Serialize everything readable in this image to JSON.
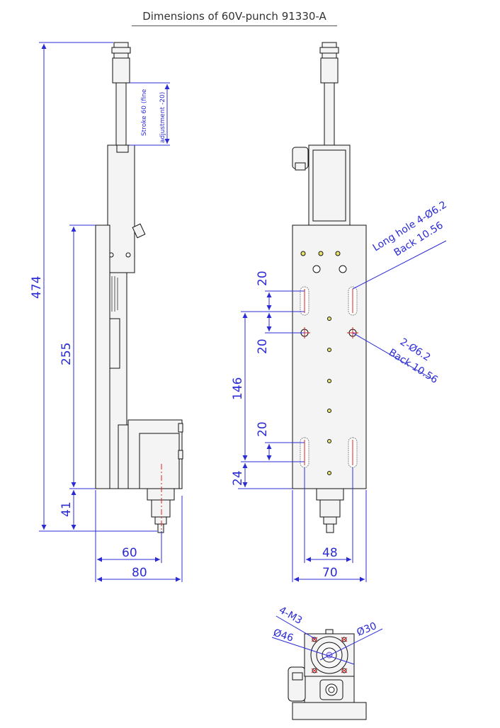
{
  "title": "Dimensions of 60V-punch 91330-A",
  "colors": {
    "dimension": "#2b2bd6",
    "outline": "#111111",
    "body_fill": "#f4f4f4",
    "cut_red": "#dd2222",
    "hole_fill": "#e9e36a"
  },
  "side_view": {
    "dim_total_height": "474",
    "dim_plate_height": "255",
    "dim_lower": "41",
    "dim_width_inner": "60",
    "dim_width_total": "80",
    "stroke_note_line1": "Stroke 60 (fine",
    "stroke_note_line2": "adjustment -20)"
  },
  "front_view": {
    "dim_pitch_top": "20",
    "dim_pitch_mid": "20",
    "dim_pitch_bottom": "20",
    "dim_hole_span": "146",
    "dim_bottom_offset": "24",
    "dim_inner_width": "48",
    "dim_total_width": "70",
    "long_hole_line1": "Long hole 4-Ø6.2",
    "long_hole_line2": "Back 10.56",
    "hole_callout_line1": "2-Ø6.2",
    "hole_callout_line2": "Back 10.56"
  },
  "bottom_view": {
    "thread_callout": "4-M3",
    "dia_outer": "Ø46",
    "dia_inner": "Ø30"
  }
}
